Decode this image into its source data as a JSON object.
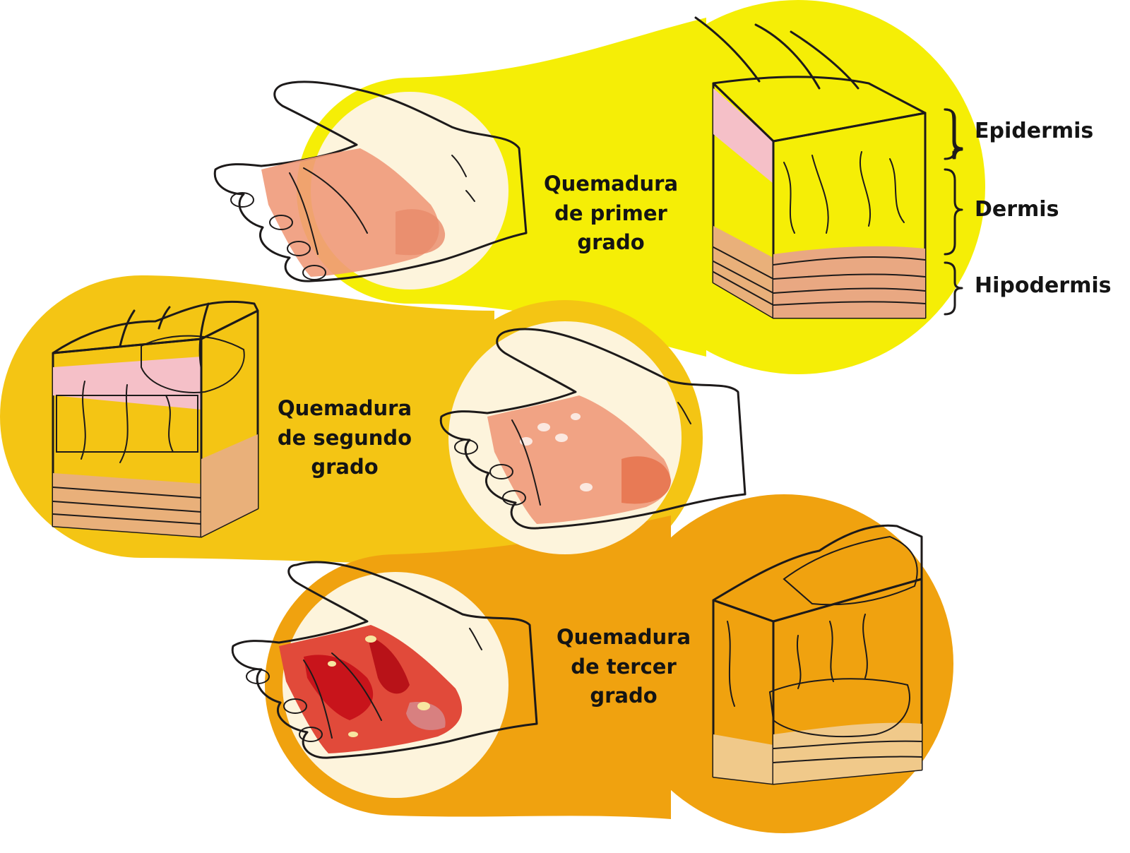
{
  "burns": [
    {
      "line1": "Quemadura",
      "line2": "de primer",
      "line3": "grado"
    },
    {
      "line1": "Quemadura",
      "line2": "de segundo",
      "line3": "grado"
    },
    {
      "line1": "Quemadura",
      "line2": "de tercer",
      "line3": "grado"
    }
  ],
  "layers": [
    "Epidermis",
    "Dermis",
    "Hipodermis"
  ],
  "colors": {
    "band_first": "#f5ee06",
    "band_second": "#f4c514",
    "band_third": "#f0a20f",
    "circle": "#fdf4dc",
    "skin": "#fbd3a4",
    "burn1": "#ef9a7a",
    "burn3": "#d81f1f"
  }
}
